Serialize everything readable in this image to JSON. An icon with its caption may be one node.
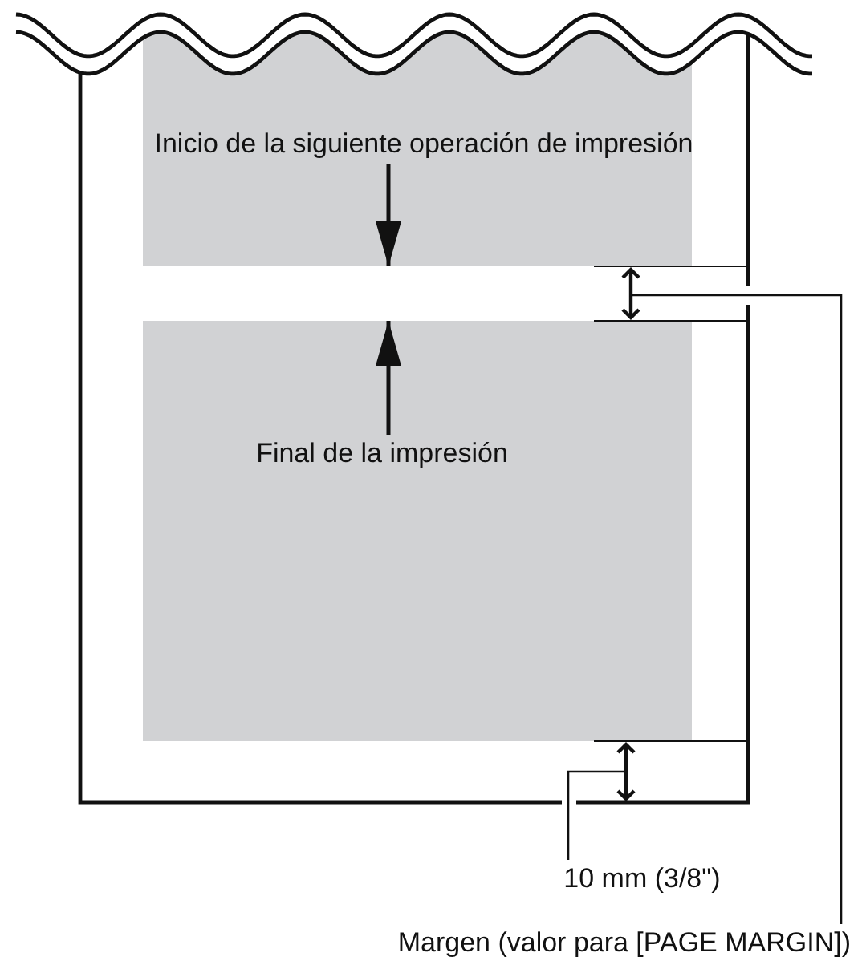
{
  "diagram": {
    "nodes": [
      {
        "text": [
          "Inicio de la siguiente operación de impresión"
        ]
      },
      {
        "text": [
          "Final de la impresión"
        ]
      },
      {
        "text": [
          "10 mm (3/8\")"
        ]
      },
      {
        "text": [
          "Margen (valor para [PAGE MARGIN])"
        ]
      }
    ],
    "edges": [
      {
        "from": 0,
        "to": null,
        "arrow": "to"
      },
      {
        "from": 1,
        "to": null,
        "arrow": "to"
      },
      {
        "from": 2,
        "to": null,
        "arrow": "none"
      },
      {
        "from": 3,
        "to": null,
        "arrow": "none"
      }
    ]
  }
}
